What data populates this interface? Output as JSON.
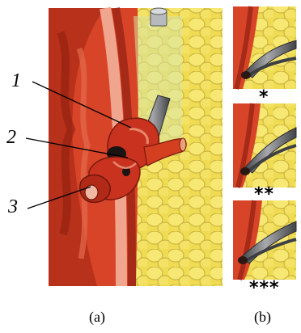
{
  "labels": {
    "callouts": [
      "1",
      "2",
      "3"
    ],
    "panel_a": "(a)",
    "panel_b": "(b)",
    "stars": [
      "*",
      "**",
      "***"
    ]
  },
  "colors": {
    "tissue_red": "#c8321f",
    "muscle_dark": "#9e2314",
    "fat_yellow": "#f1df55",
    "fat_shadow": "#d9c24a",
    "scope_gray": "#6d6f73",
    "wall_pink": "#e99078"
  }
}
